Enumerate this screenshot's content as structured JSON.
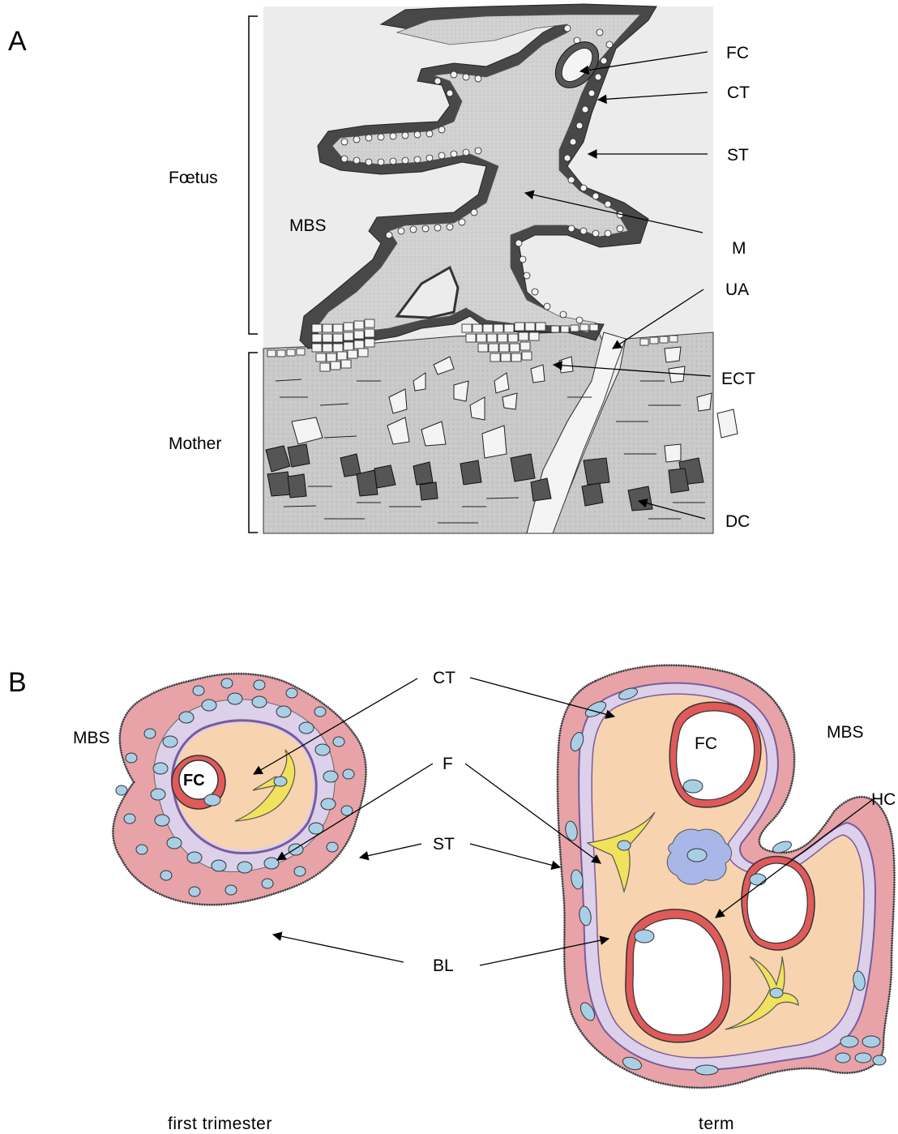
{
  "panel_a": {
    "letter": "A",
    "bracket_fetus": "Fœtus",
    "bracket_mother": "Mother",
    "mbs": "MBS",
    "labels": {
      "fc": "FC",
      "ct": "CT",
      "st": "ST",
      "m": "M",
      "ua": "UA",
      "ect": "ECT",
      "dc": "DC"
    }
  },
  "panel_b": {
    "letter": "B",
    "mbs_left": "MBS",
    "mbs_right": "MBS",
    "fc_small": "FC",
    "fc_large": "FC",
    "labels": {
      "ct": "CT",
      "f": "F",
      "st": "ST",
      "bl": "BL",
      "hc": "HC"
    },
    "caption_left": "first trimester",
    "caption_right": "term"
  },
  "colors": {
    "syncytio": "#e8a3a8",
    "cyto": "#dcd0ea",
    "stroma": "#f7d3b0",
    "nucleus": "#a9cfe6",
    "fibroblast": "#f0e25c",
    "vessel_wall": "#e05a5a",
    "hofbauer": "#a9b6e8",
    "tissue_grey": "#c8c8c8",
    "dark_syncytium": "#505050"
  }
}
